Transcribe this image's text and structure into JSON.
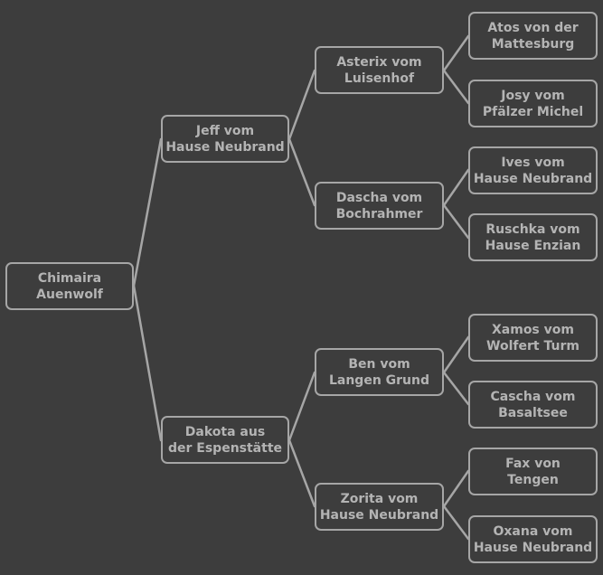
{
  "colors": {
    "background": "#3d3d3d",
    "line": "#a6a6a6",
    "text": "#b4b4b4"
  },
  "pedigree": {
    "dog": [
      "Chimaira",
      "Auenwolf"
    ],
    "sire": [
      "Jeff vom",
      "Hause Neubrand"
    ],
    "dam": [
      "Dakota aus",
      "der Espenstätte"
    ],
    "sire_sire": [
      "Asterix vom",
      "Luisenhof"
    ],
    "sire_dam": [
      "Dascha vom",
      "Bochrahmer"
    ],
    "dam_sire": [
      "Ben vom",
      "Langen Grund"
    ],
    "dam_dam": [
      "Zorita vom",
      "Hause Neubrand"
    ],
    "sss": [
      "Atos von der",
      "Mattesburg"
    ],
    "ssd": [
      "Josy vom",
      "Pfälzer Michel"
    ],
    "sds": [
      "Ives vom",
      "Hause Neubrand"
    ],
    "sdd": [
      "Ruschka vom",
      "Hause Enzian"
    ],
    "dss": [
      "Xamos vom",
      "Wolfert Turm"
    ],
    "dsd": [
      "Cascha vom",
      "Basaltsee"
    ],
    "dds": [
      "Fax von",
      "Tengen"
    ],
    "ddd": [
      "Oxana vom",
      "Hause Neubrand"
    ]
  }
}
